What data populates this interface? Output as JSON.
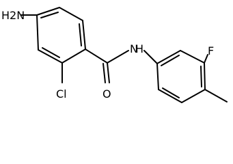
{
  "molecule": {
    "atoms": {
      "amine": "H2N",
      "amide_nitrogen": "N",
      "amide_hydrogen": "H",
      "carbonyl_oxygen": "O",
      "chlorine": "Cl",
      "fluorine": "F"
    }
  }
}
